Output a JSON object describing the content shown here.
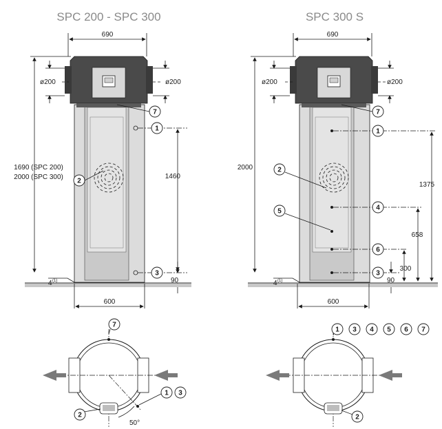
{
  "left": {
    "title": "SPC 200 - SPC 300",
    "width_top": "690",
    "duct_left": "ø200",
    "duct_right": "ø200",
    "height_line1": "1690 (SPC 200)",
    "height_line2": "2000 (SPC 300)",
    "dim_1460": "1460",
    "dim_90": "90",
    "foot": "4",
    "foot_sup": "(1)",
    "width_bottom": "600",
    "callouts": [
      "7",
      "1",
      "2",
      "3"
    ],
    "top_callouts": [
      "7",
      "1",
      "3",
      "2"
    ],
    "angle": "50°"
  },
  "right": {
    "title": "SPC 300 S",
    "width_top": "690",
    "duct_left": "ø200",
    "duct_right": "ø200",
    "height": "2000",
    "dim_1375": "1375",
    "dim_658": "658",
    "dim_300": "300",
    "dim_90": "90",
    "foot": "4",
    "foot_sup": "(1)",
    "width_bottom": "600",
    "callouts": [
      "7",
      "1",
      "2",
      "4",
      "5",
      "6",
      "3"
    ],
    "top_callouts": [
      "1",
      "3",
      "4",
      "5",
      "6",
      "7",
      "2"
    ]
  }
}
